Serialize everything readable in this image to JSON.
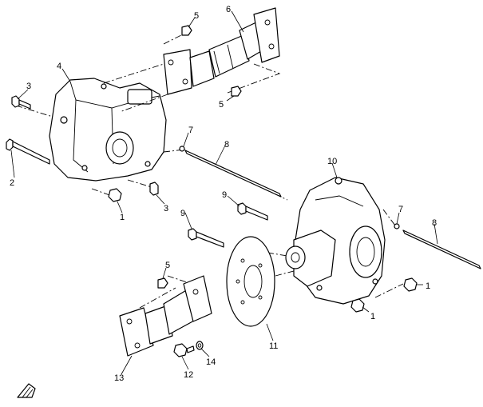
{
  "diagram": {
    "callouts": [
      {
        "id": "c1a",
        "text": "1"
      },
      {
        "id": "c1b",
        "text": "1"
      },
      {
        "id": "c1c",
        "text": "1"
      },
      {
        "id": "c2",
        "text": "2"
      },
      {
        "id": "c3a",
        "text": "3"
      },
      {
        "id": "c3b",
        "text": "3"
      },
      {
        "id": "c4",
        "text": "4"
      },
      {
        "id": "c5a",
        "text": "5"
      },
      {
        "id": "c5b",
        "text": "5"
      },
      {
        "id": "c5c",
        "text": "5"
      },
      {
        "id": "c6",
        "text": "6"
      },
      {
        "id": "c7a",
        "text": "7"
      },
      {
        "id": "c7b",
        "text": "7"
      },
      {
        "id": "c8a",
        "text": "8"
      },
      {
        "id": "c8b",
        "text": "8"
      },
      {
        "id": "c9a",
        "text": "9"
      },
      {
        "id": "c9b",
        "text": "9"
      },
      {
        "id": "c10",
        "text": "10"
      },
      {
        "id": "c11",
        "text": "11"
      },
      {
        "id": "c12",
        "text": "12"
      },
      {
        "id": "c13",
        "text": "13"
      },
      {
        "id": "c14",
        "text": "14"
      }
    ],
    "icons": {
      "direction": "front-arrow-icon"
    }
  }
}
